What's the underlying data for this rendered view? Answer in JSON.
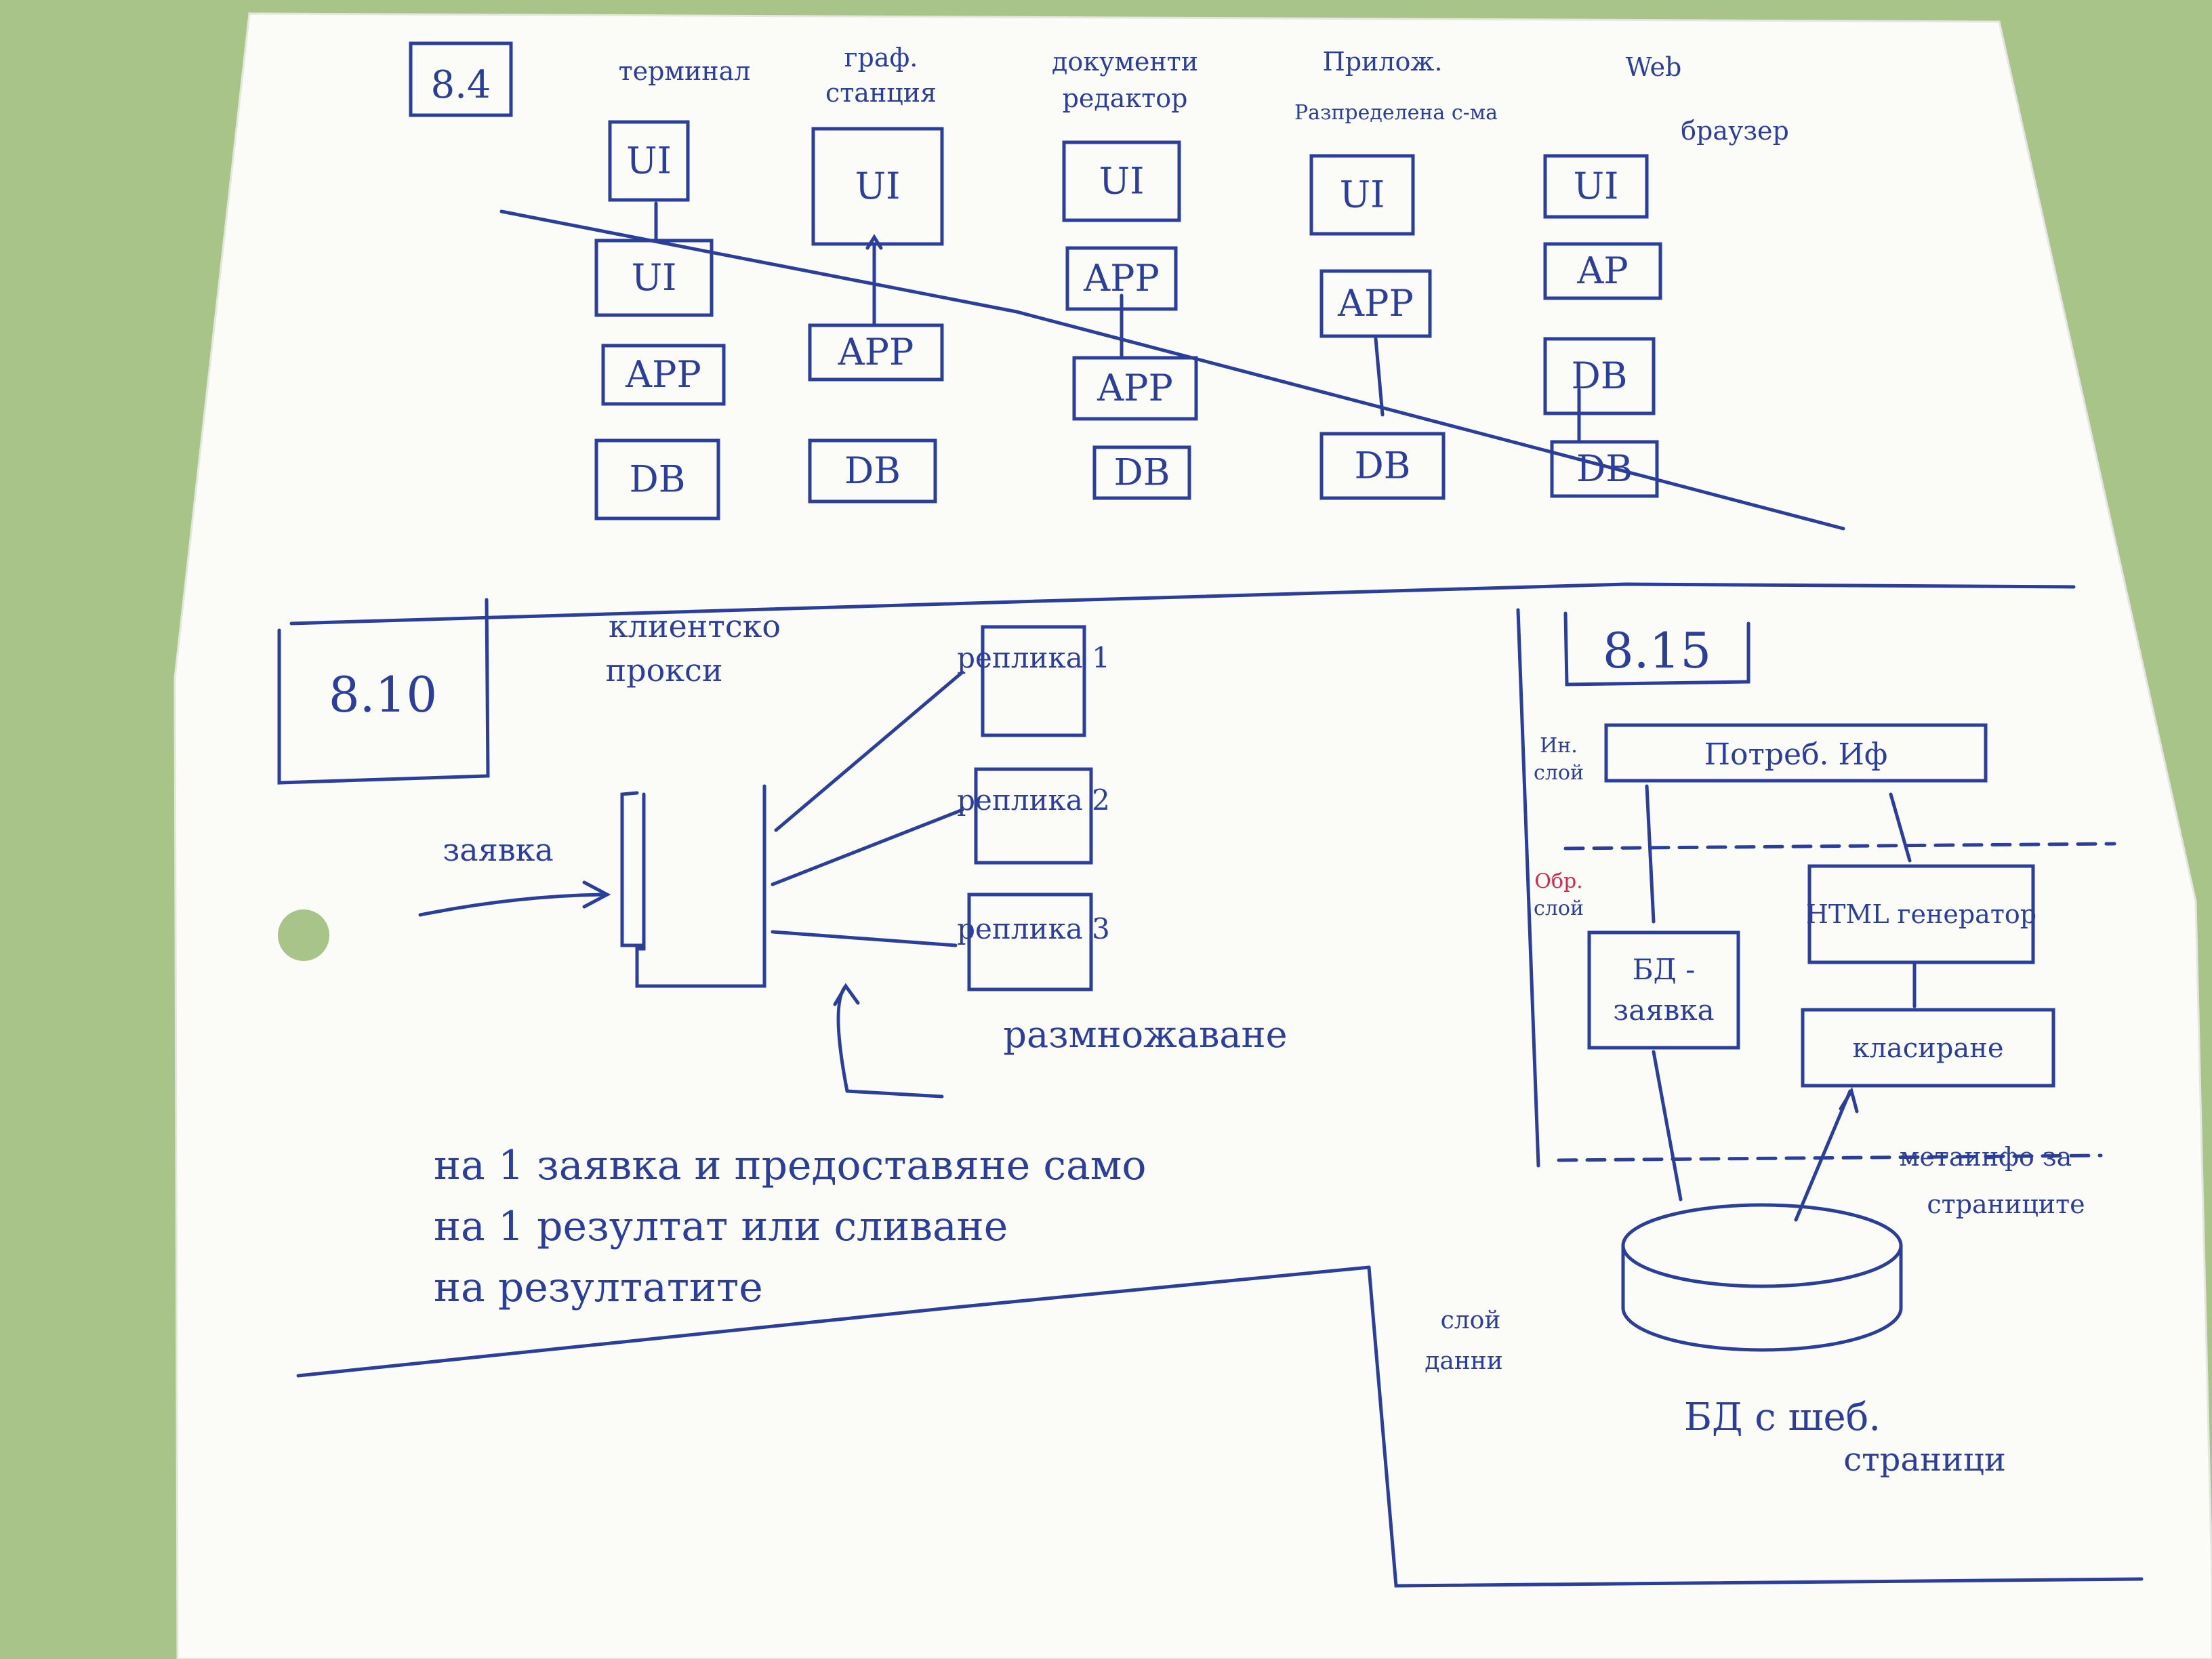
{
  "colors": {
    "background": "#a8c489",
    "paper": "#fbfbf8",
    "ink": "#2b3f9a",
    "red_ink": "#d0284f"
  },
  "s84": {
    "label": "8.4",
    "headers": [
      [
        "терминал",
        ""
      ],
      [
        "граф.",
        "станция"
      ],
      [
        "документи",
        "редактор"
      ],
      [
        "Прилож.",
        "Разпределена с-ма"
      ],
      [
        "Web",
        "браузер"
      ]
    ],
    "columns": [
      [
        "UI",
        "UI",
        "APP",
        "DB"
      ],
      [
        "UI",
        "APP",
        "DB"
      ],
      [
        "UI",
        "APP",
        "APP",
        "DB"
      ],
      [
        "UI",
        "APP",
        "DB"
      ],
      [
        "UI",
        "AP",
        "DB",
        "DB"
      ]
    ]
  },
  "s810": {
    "label": "8.10",
    "title": [
      "клиентско",
      "прокси"
    ],
    "request": "заявка",
    "replicas": [
      "реплика 1",
      "реплика 2",
      "реплика 3"
    ],
    "multiply": "размножаване",
    "note": [
      "на 1 заявка и предоставяне само",
      "на 1 резултат или сливане",
      "на резултатите"
    ]
  },
  "s815": {
    "label": "8.15",
    "side_top": [
      "Ин.",
      "слой"
    ],
    "side_mid": [
      "Обр.",
      "слой"
    ],
    "side_bot": [
      "слой",
      "данни"
    ],
    "user_if": "Потреб. Иф",
    "db_request": [
      "БД -",
      "заявка"
    ],
    "html_gen": "HTML генератор",
    "classifier": "класиране",
    "meta": [
      "метаинфо за",
      "страниците"
    ],
    "db_caption": [
      "БД с шеб.",
      "страници"
    ]
  }
}
